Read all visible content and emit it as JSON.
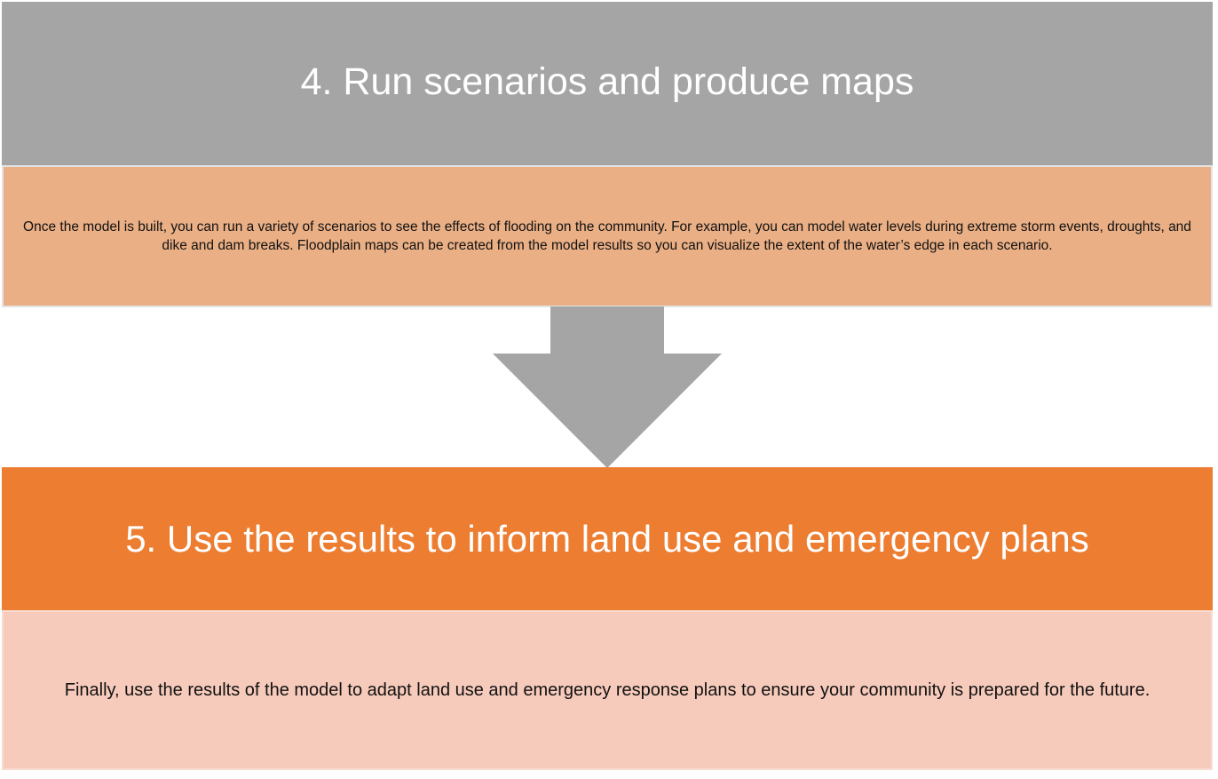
{
  "step4": {
    "title": "4. Run scenarios and produce maps",
    "description": "Once the model is built, you can run a variety of scenarios to see the effects of flooding on the community. For example, you can model water levels during extreme storm events, droughts, and dike and dam breaks. Floodplain maps can be created from the model results so you can visualize the extent of the water’s edge in each scenario."
  },
  "step5": {
    "title": "5. Use the results to inform land use and emergency plans",
    "description": "Finally, use the results of the model to adapt land use and emergency response plans to ensure your community is prepared for the future."
  },
  "colors": {
    "step4_header": "#a5a5a5",
    "step4_body": "#eaaf85",
    "arrow": "#a5a5a5",
    "step5_header": "#ed7d31",
    "step5_body": "#f7cbbb"
  }
}
